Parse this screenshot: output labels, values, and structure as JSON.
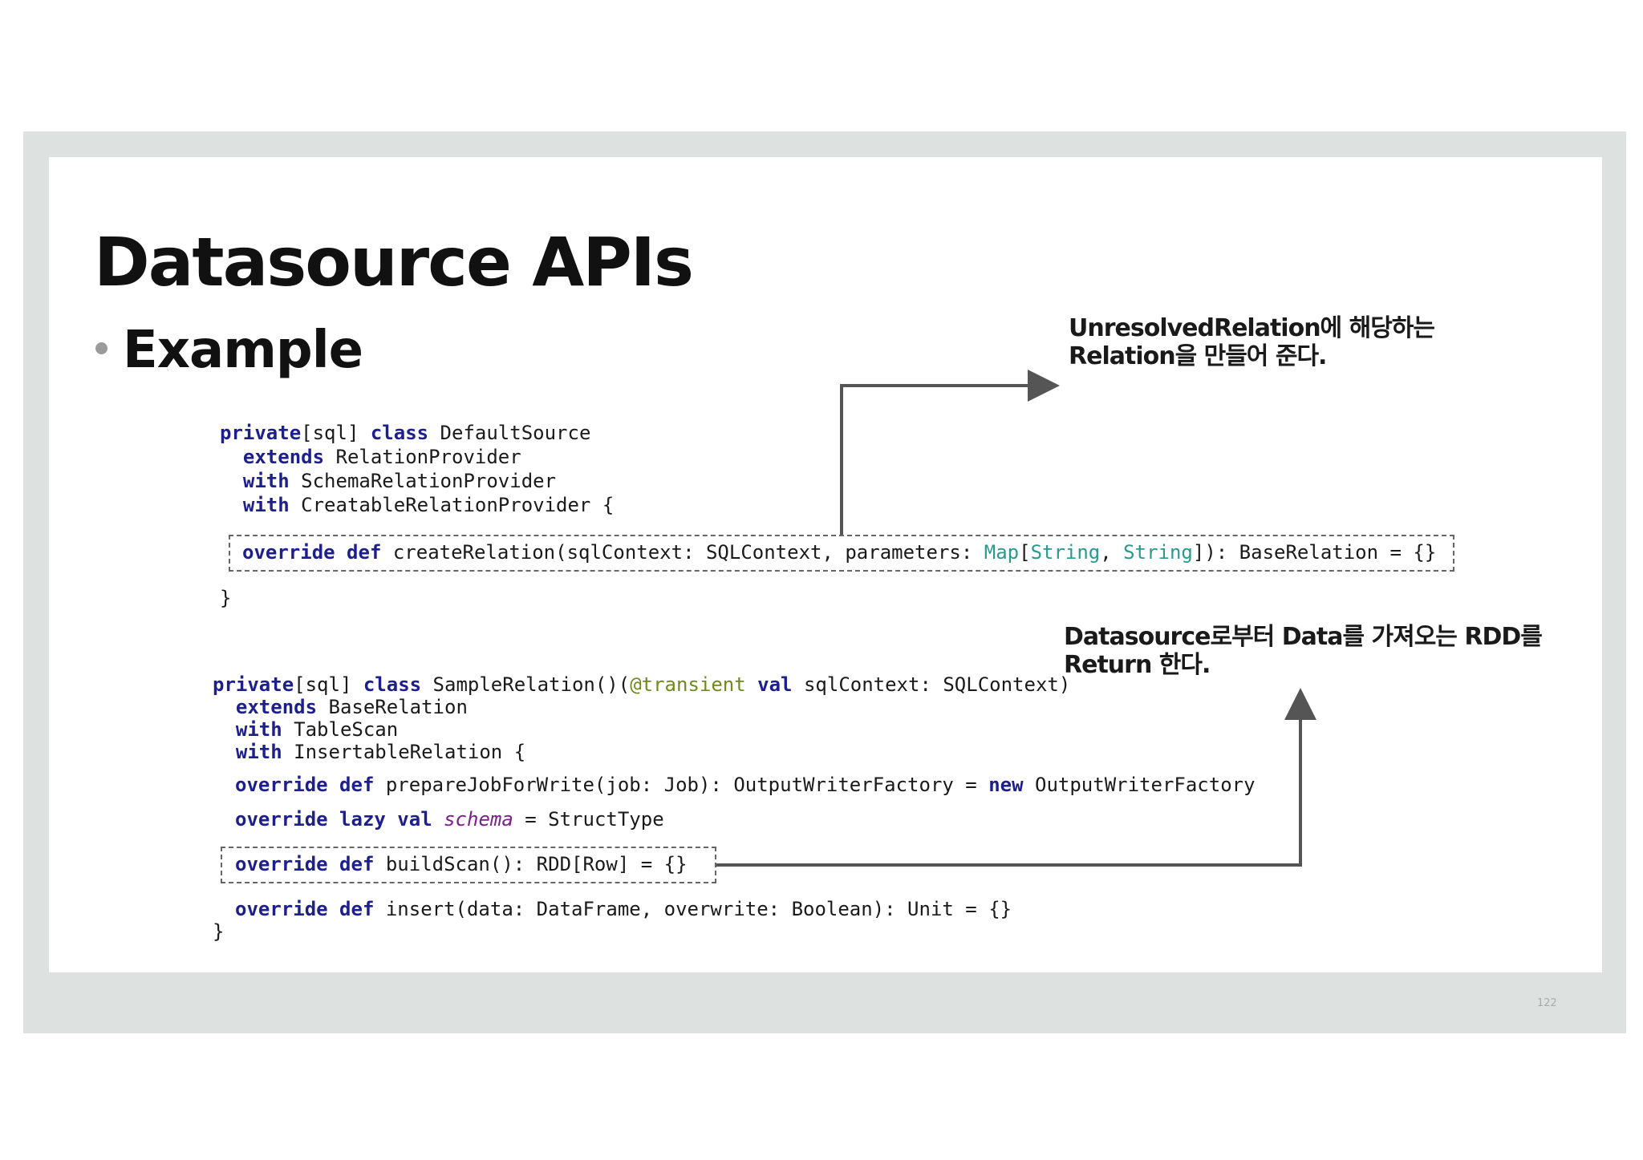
{
  "slide": {
    "title": "Datasource APIs",
    "bullet": "Example",
    "page_number": "122"
  },
  "annotations": {
    "top": {
      "line1": "UnresolvedRelation에 해당하는",
      "line2": "Relation을 만들어 준다."
    },
    "bottom": {
      "line1": "Datasource로부터 Data를 가져오는 RDD를",
      "line2": "Return 한다."
    }
  },
  "code_block_1": [
    [
      {
        "t": "private",
        "c": "k"
      },
      {
        "t": "[sql] ",
        "c": "p"
      },
      {
        "t": "class",
        "c": "k"
      },
      {
        "t": " DefaultSource",
        "c": "p"
      }
    ],
    [
      {
        "t": "  ",
        "c": "p"
      },
      {
        "t": "extends",
        "c": "k"
      },
      {
        "t": " RelationProvider",
        "c": "p"
      }
    ],
    [
      {
        "t": "  ",
        "c": "p"
      },
      {
        "t": "with",
        "c": "k"
      },
      {
        "t": " SchemaRelationProvider",
        "c": "p"
      }
    ],
    [
      {
        "t": "  ",
        "c": "p"
      },
      {
        "t": "with",
        "c": "k"
      },
      {
        "t": " CreatableRelationProvider {",
        "c": "p"
      }
    ]
  ],
  "code_block_1_highlight": [
    {
      "t": "override def",
      "c": "k"
    },
    {
      "t": " createRelation(sqlContext: SQLContext, parameters: ",
      "c": "p"
    },
    {
      "t": "Map",
      "c": "g"
    },
    {
      "t": "[",
      "c": "p"
    },
    {
      "t": "String",
      "c": "g"
    },
    {
      "t": ", ",
      "c": "p"
    },
    {
      "t": "String",
      "c": "g"
    },
    {
      "t": "]): BaseRelation = {}",
      "c": "p"
    }
  ],
  "code_block_1_close": "}",
  "code_block_2": [
    [
      {
        "t": "private",
        "c": "k"
      },
      {
        "t": "[sql] ",
        "c": "p"
      },
      {
        "t": "class",
        "c": "k"
      },
      {
        "t": " SampleRelation()(",
        "c": "p"
      },
      {
        "t": "@transient",
        "c": "an"
      },
      {
        "t": " ",
        "c": "p"
      },
      {
        "t": "val",
        "c": "k"
      },
      {
        "t": " sqlContext: SQLContext)",
        "c": "p"
      }
    ],
    [
      {
        "t": "  ",
        "c": "p"
      },
      {
        "t": "extends",
        "c": "k"
      },
      {
        "t": " BaseRelation",
        "c": "p"
      }
    ],
    [
      {
        "t": "  ",
        "c": "p"
      },
      {
        "t": "with",
        "c": "k"
      },
      {
        "t": " TableScan",
        "c": "p"
      }
    ],
    [
      {
        "t": "  ",
        "c": "p"
      },
      {
        "t": "with",
        "c": "k"
      },
      {
        "t": " InsertableRelation {",
        "c": "p"
      }
    ]
  ],
  "code_block_2_prepare": [
    {
      "t": "override def",
      "c": "k"
    },
    {
      "t": " prepareJobForWrite(job: Job): OutputWriterFactory = ",
      "c": "p"
    },
    {
      "t": "new",
      "c": "k"
    },
    {
      "t": " OutputWriterFactory",
      "c": "p"
    }
  ],
  "code_block_2_schema": [
    {
      "t": "override lazy val",
      "c": "k"
    },
    {
      "t": " ",
      "c": "p"
    },
    {
      "t": "schema",
      "c": "it"
    },
    {
      "t": " = StructType",
      "c": "p"
    }
  ],
  "code_block_2_highlight": [
    {
      "t": "override def",
      "c": "k"
    },
    {
      "t": " buildScan(): RDD[Row] = {}",
      "c": "p"
    }
  ],
  "code_block_2_insert": [
    {
      "t": "override def",
      "c": "k"
    },
    {
      "t": " insert(data: DataFrame, overwrite: Boolean): Unit = {}",
      "c": "p"
    }
  ],
  "code_block_2_close": "}"
}
